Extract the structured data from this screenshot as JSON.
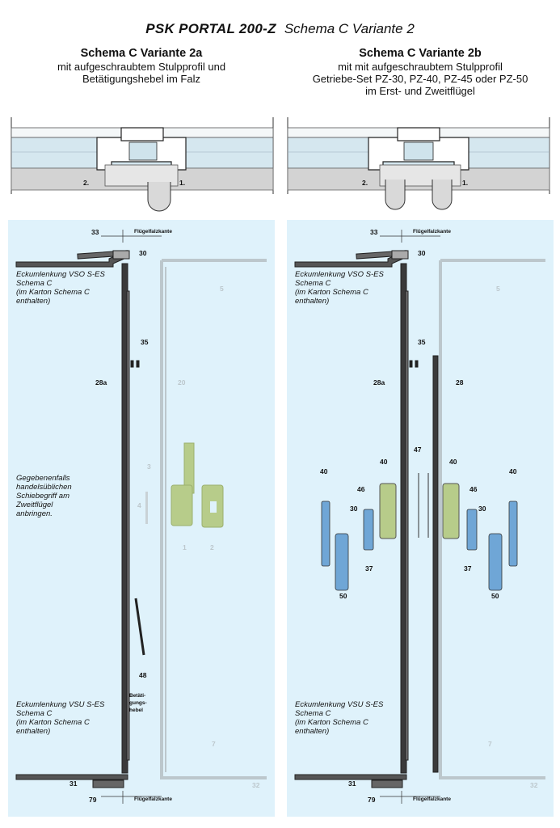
{
  "header": {
    "title_bold": "PSK PORTAL 200-Z",
    "title_rest": "Schema C Variante 2"
  },
  "left": {
    "heading": "Schema C Variante 2a",
    "sub1": "mit aufgeschraubtem Stulpprofil und",
    "sub2": "Betätigungshebel im Falz",
    "sash1": "1.",
    "sash2": "2.",
    "dim_top": "33",
    "dim_bottom": "79",
    "fluegelfalzkante_top": "Flügelfalzkante",
    "fluegelfalzkante_bottom": "Flügelfalzkante",
    "n30": "30",
    "n35": "35",
    "n28a": "28a",
    "n20": "20",
    "n48": "48",
    "n31": "31",
    "n5": "5",
    "n7": "7",
    "n32": "32",
    "n3": "3",
    "n4": "4",
    "g1": "1",
    "g2": "2",
    "vso_1": "Eckumlenkung VSO S-ES",
    "vso_2": "Schema C",
    "vso_3": "(im Karton Schema C",
    "vso_4": "enthalten)",
    "note_1": "Gegebenenfalls",
    "note_2": "handelsüblichen",
    "note_3": "Schiebegriff am",
    "note_4": "Zweitflügel",
    "note_5": "anbringen.",
    "betaet_1": "Betäti-",
    "betaet_2": "gungs-",
    "betaet_3": "hebel",
    "vsu_1": "Eckumlenkung VSU S-ES",
    "vsu_2": "Schema C",
    "vsu_3": "(im Karton Schema C",
    "vsu_4": "enthalten)"
  },
  "right": {
    "heading": "Schema C Variante 2b",
    "sub1": "mit mit aufgeschraubtem Stulpprofil",
    "sub2": "Getriebe-Set PZ-30, PZ-40, PZ-45 oder PZ-50",
    "sub3": "im Erst- und Zweitflügel",
    "sash1": "1.",
    "sash2": "2.",
    "dim_top": "33",
    "dim_bottom": "79",
    "fluegelfalzkante_top": "Flügelfalzkante",
    "fluegelfalzkante_bottom": "Flügelfalzkante",
    "n30": "30",
    "n35": "35",
    "n28a": "28a",
    "n28": "28",
    "n47": "47",
    "n40_l": "40",
    "n40_r": "40",
    "n40_ll": "40",
    "n40_rr": "40",
    "n46_l": "46",
    "n46_r": "46",
    "n30_l": "30",
    "n30_r": "30",
    "n37_l": "37",
    "n37_r": "37",
    "n50_l": "50",
    "n50_r": "50",
    "n31": "31",
    "n5": "5",
    "n7": "7",
    "n32": "32",
    "vso_1": "Eckumlenkung VSO S-ES",
    "vso_2": "Schema C",
    "vso_3": "(im Karton Schema C",
    "vso_4": "enthalten)",
    "vsu_1": "Eckumlenkung VSU S-ES",
    "vsu_2": "Schema C",
    "vsu_3": "(im Karton Schema C",
    "vsu_4": "enthalten)"
  },
  "colors": {
    "panel": "#dff2fb",
    "hardware_blue": "#6fa6d6",
    "hardware_green": "#b7cc8a",
    "ghost": "#bcc7cc"
  }
}
